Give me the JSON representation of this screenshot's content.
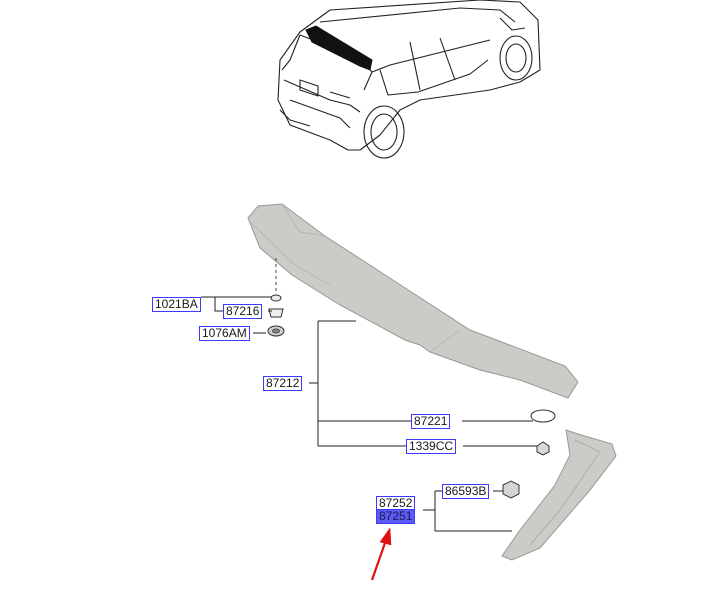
{
  "diagram": {
    "part_labels": {
      "p1021BA": "1021BA",
      "p87216": "87216",
      "p1076AM": "1076AM",
      "p87212": "87212",
      "p87221": "87221",
      "p1339CC": "1339CC",
      "p86593B": "86593B",
      "p87252": "87252",
      "p87251": "87251"
    },
    "selected_part": "87251",
    "colors": {
      "label_border": "#3a3aff",
      "selected_fill": "#5b5bf5",
      "pointer_arrow": "#e01010",
      "part_fill": "#cdcbc8"
    }
  }
}
